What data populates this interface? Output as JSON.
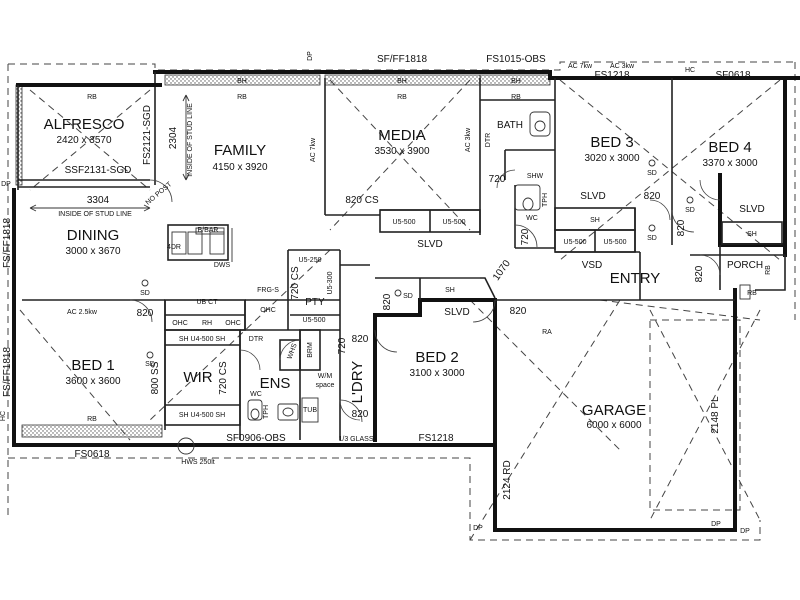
{
  "rooms": {
    "alfresco": {
      "name": "ALFRESCO",
      "size": "2420 x 3570"
    },
    "family": {
      "name": "FAMILY",
      "size": "4150 x 3920"
    },
    "media": {
      "name": "MEDIA",
      "size": "3530 x 3900"
    },
    "bed3": {
      "name": "BED 3",
      "size": "3020 x 3000"
    },
    "bed4": {
      "name": "BED 4",
      "size": "3370 x 3000"
    },
    "dining": {
      "name": "DINING",
      "size": "3000 x 3670"
    },
    "bed1": {
      "name": "BED 1",
      "size": "3600 x 3600"
    },
    "bed2": {
      "name": "BED 2",
      "size": "3100 x 3000"
    },
    "garage": {
      "name": "GARAGE",
      "size": "6000 x 6000"
    },
    "entry": {
      "name": "ENTRY"
    },
    "porch": {
      "name": "PORCH"
    },
    "wir": {
      "name": "WIR"
    },
    "ens": {
      "name": "ENS"
    },
    "ldry": {
      "name": "L'DRY"
    },
    "bath": {
      "name": "BATH"
    },
    "pty": {
      "name": "PTY"
    }
  },
  "labels": {
    "sf_ff1818_top": "SF/FF1818",
    "fs1015_obs": "FS1015-OBS",
    "ac_7kw_top": "AC 7kw",
    "ac_3kw_top": "AC 3kw",
    "fs1218_top": "FS1218",
    "sf0618": "SF0618",
    "hc_top": "HC",
    "dp_top": "DP",
    "rb_alfresco": "RB",
    "bh_family": "BH",
    "rb_family": "RB",
    "bh_media": "BH",
    "rb_media": "RB",
    "bh_bath": "BH",
    "rb_bath": "RB",
    "fs2121_sgd": "FS2121-SGD",
    "dim_2304": "2304",
    "stud_line_v": "INSIDE OF STUD LINE",
    "ac_7kw_family": "AC 7kw",
    "ac_3kw_media": "AC 3kw",
    "dtr_bath": "DTR",
    "ssf2131_sgd": "SSF2131-SGD",
    "dim_3304": "3304",
    "stud_line_h": "INSIDE OF STUD LINE",
    "no_post": "NO POST",
    "dp_left": "DP",
    "cs_820_media": "820 CS",
    "u5500_a": "U5-500",
    "u5500_b": "U5-500",
    "slvd_media": "SLVD",
    "shw": "SHW",
    "wc_bath": "WC",
    "tph_bath": "TPH",
    "d720_a": "720",
    "d720_b": "720",
    "sd_bed3": "SD",
    "sd_bed4": "SD",
    "d820_bed3": "820",
    "slvd_bed3": "SLVD",
    "sh_bed3": "SH",
    "u5500_c": "U5-500",
    "u5500_d": "U5-500",
    "d820_bed4": "820",
    "sd_bed4b": "SD",
    "slvd_bed4": "SLVD",
    "sh_bed4": "SH",
    "sd_entry": "SD",
    "vsd": "VSD",
    "d820_porch": "820",
    "rb_porch": "RB",
    "rb_porch2": "RB",
    "bbar": "B/BAR",
    "dr4": "4DR",
    "dws": "DWS",
    "u5250": "U5-250",
    "cs720_pty": "720 CS",
    "u5300": "U5-300",
    "frg_s": "FRG-S",
    "u5500_pty": "U5-500",
    "d1070": "1070",
    "sh_bed2": "SH",
    "slvd_bed2": "SLVD",
    "d820_bed2": "820",
    "sd_bed2": "SD",
    "d820_bed2b": "820",
    "ra": "RA",
    "fs_ff1818_left": "FS/FF1818",
    "sd_dining": "SD",
    "ac_25kw": "AC 2.5kw",
    "d820_bed1": "820",
    "ub_ct": "UB CT",
    "ohc_a": "OHC",
    "rh": "RH",
    "ohc_b": "OHC",
    "ohc_c": "OHC",
    "sh_u4500_a": "SH  U4-500  SH",
    "cs720_wir": "720 CS",
    "sh_u4500_b": "SH  U4-500  SH",
    "ss800": "800 SS",
    "sd_bed1": "SD",
    "dtr_ens": "DTR",
    "whs": "WHS",
    "brm": "BRM",
    "d720_ldry": "720",
    "d820_ldry": "820",
    "wm_space": "W/M\nspace",
    "wc_ens": "WC",
    "tph_ens": "TPH",
    "tub": "TUB",
    "d820_ldry2": "820",
    "glass": "1/3 GLASS",
    "rb_bed1": "RB",
    "fs_ff1818_left2": "FS/FF1818",
    "hc_left": "HC",
    "sf0906_obs": "SF0906-OBS",
    "fs1218_bottom": "FS1218",
    "fs0618": "FS0618",
    "hws": "HWS 250lt",
    "rd_2124": "2124 RD",
    "pl_2148": "2148 PL",
    "dp_bottom_a": "DP",
    "dp_bottom_b": "DP",
    "dp_bottom_c": "DP"
  }
}
